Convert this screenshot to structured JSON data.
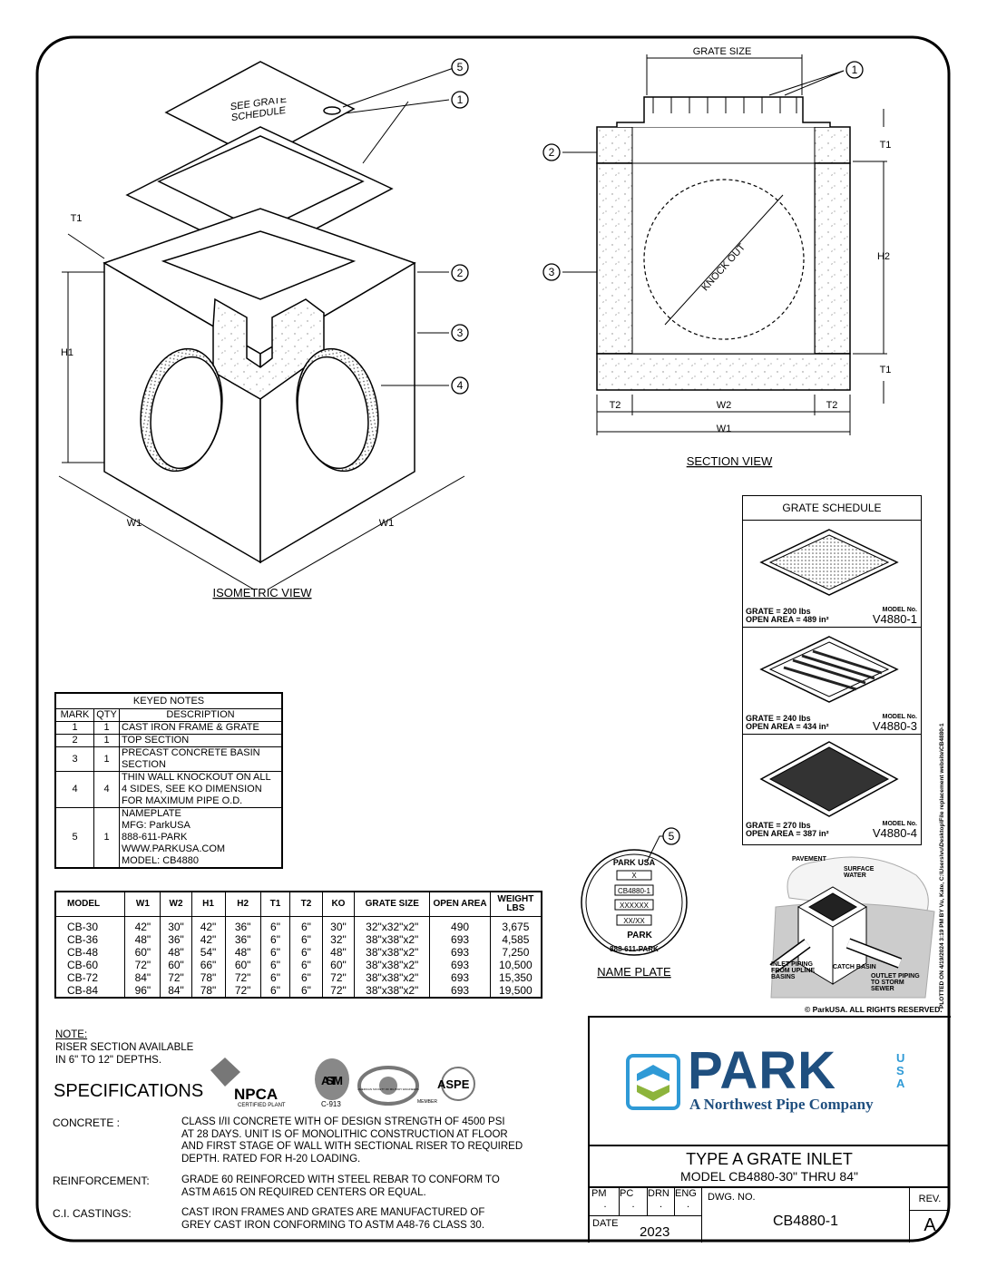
{
  "isometric": {
    "title": "ISOMETRIC VIEW",
    "see_grate": "SEE GRATE SCHEDULE",
    "labels": {
      "t1": "T1",
      "h1": "H1",
      "w1_left": "W1",
      "w1_right": "W1"
    },
    "callouts": [
      "5",
      "1",
      "2",
      "3",
      "4"
    ]
  },
  "section": {
    "title": "SECTION VIEW",
    "grate_size": "GRATE SIZE",
    "knock_out": "KNOCK OUT",
    "labels": {
      "t1_top": "T1",
      "h2": "H2",
      "t1_bottom": "T1",
      "t2_left": "T2",
      "w2": "W2",
      "t2_right": "T2",
      "w1": "W1"
    },
    "callouts": [
      "1",
      "2",
      "3"
    ]
  },
  "grate_schedule": {
    "title": "GRATE SCHEDULE",
    "model_label": "MODEL No.",
    "grates": [
      {
        "weight": "GRATE = 200 lbs",
        "open_area": "OPEN AREA = 489 in²",
        "model": "V4880-1"
      },
      {
        "weight": "GRATE = 240 lbs",
        "open_area": "OPEN AREA = 434 in²",
        "model": "V4880-3"
      },
      {
        "weight": "GRATE = 270 lbs",
        "open_area": "OPEN AREA = 387 in²",
        "model": "V4880-4"
      }
    ]
  },
  "keyed_notes": {
    "title": "KEYED NOTES",
    "headers": [
      "MARK",
      "QTY",
      "DESCRIPTION"
    ],
    "rows": [
      {
        "mark": "1",
        "qty": "1",
        "desc": [
          "CAST IRON FRAME & GRATE"
        ]
      },
      {
        "mark": "2",
        "qty": "1",
        "desc": [
          "TOP SECTION"
        ]
      },
      {
        "mark": "3",
        "qty": "1",
        "desc": [
          "PRECAST CONCRETE BASIN",
          "SECTION"
        ]
      },
      {
        "mark": "4",
        "qty": "4",
        "desc": [
          "THIN WALL KNOCKOUT ON ALL",
          "4 SIDES, SEE KO DIMENSION",
          "FOR MAXIMUM PIPE O.D."
        ]
      },
      {
        "mark": "5",
        "qty": "1",
        "desc": [
          "NAMEPLATE",
          "MFG: ParkUSA",
          "888-611-PARK",
          "WWW.PARKUSA.COM",
          "MODEL: CB4880"
        ]
      }
    ]
  },
  "model_table": {
    "headers": [
      "MODEL",
      "W1",
      "W2",
      "H1",
      "H2",
      "T1",
      "T2",
      "KO",
      "GRATE SIZE",
      "OPEN AREA",
      "WEIGHT LBS"
    ],
    "rows": [
      [
        "CB-30",
        "42\"",
        "30\"",
        "42\"",
        "36\"",
        "6\"",
        "6\"",
        "30\"",
        "32\"x32\"x2\"",
        "490",
        "3,675"
      ],
      [
        "CB-36",
        "48\"",
        "36\"",
        "42\"",
        "36\"",
        "6\"",
        "6\"",
        "32\"",
        "38\"x38\"x2\"",
        "693",
        "4,585"
      ],
      [
        "CB-48",
        "60\"",
        "48\"",
        "54\"",
        "48\"",
        "6\"",
        "6\"",
        "48\"",
        "38\"x38\"x2\"",
        "693",
        "7,250"
      ],
      [
        "CB-60",
        "72\"",
        "60\"",
        "66\"",
        "60\"",
        "6\"",
        "6\"",
        "60\"",
        "38\"x38\"x2\"",
        "693",
        "10,500"
      ],
      [
        "CB-72",
        "84\"",
        "72\"",
        "78\"",
        "72\"",
        "6\"",
        "6\"",
        "72\"",
        "38\"x38\"x2\"",
        "693",
        "15,350"
      ],
      [
        "CB-84",
        "96\"",
        "84\"",
        "78\"",
        "72\"",
        "6\"",
        "6\"",
        "72\"",
        "38\"x38\"x2\"",
        "693",
        "19,500"
      ]
    ]
  },
  "nameplate": {
    "title": "NAME PLATE",
    "callout": "5",
    "top_text": "PARK USA",
    "fields": [
      "X",
      "CB4880-1",
      "XXXXXX",
      "XX/XX"
    ],
    "logo": "PARK",
    "bottom_text": "888-611-PARK"
  },
  "diagram": {
    "pavement": "PAVEMENT",
    "surface_water": "SURFACE WATER",
    "inlet": "INLET PIPING FROM UPLINE BASINS",
    "catch_basin": "CATCH BASIN",
    "outlet": "OUTLET PIPING TO STORM SEWER",
    "copyright": "© ParkUSA. ALL RIGHTS RESERVED."
  },
  "plot_stamp": "PLOTTED ON 4/19/2024 3:19 PM BY Vu, Kate, C:\\Users\\vu\\Desktop\\File replacement website\\CB4880-1",
  "note": {
    "heading": "NOTE:",
    "text": [
      "RISER SECTION AVAILABLE",
      "IN 6\" TO 12\" DEPTHS."
    ]
  },
  "certifications": {
    "npca": "NPCA",
    "npca_sub": "CERTIFIED PLANT",
    "astm": "ASTM",
    "astm_sub": "C-913",
    "society": "AMERICAN SOCIETY OF MILITARY ENGINEERS",
    "ascpa_member": "MEMBER",
    "ascpa": "ASPE"
  },
  "specifications": {
    "title": "SPECIFICATIONS",
    "items": [
      {
        "label": "CONCRETE :",
        "lines": [
          "CLASS I/II CONCRETE WITH OF DESIGN STRENGTH OF 4500 PSI",
          "AT 28 DAYS.  UNIT IS OF MONOLITHIC CONSTRUCTION AT FLOOR",
          "AND FIRST STAGE OF WALL WITH SECTIONAL RISER TO REQUIRED",
          "DEPTH.  RATED FOR H-20 LOADING."
        ]
      },
      {
        "label": "REINFORCEMENT:",
        "lines": [
          "GRADE 60 REINFORCED WITH STEEL REBAR TO CONFORM TO",
          "ASTM A615 ON REQUIRED CENTERS OR EQUAL."
        ]
      },
      {
        "label": "C.I. CASTINGS:",
        "lines": [
          "CAST IRON FRAMES AND GRATES ARE MANUFACTURED  OF",
          "GREY CAST IRON CONFORMING TO ASTM A48-76 CLASS 30."
        ]
      }
    ]
  },
  "title_block": {
    "logo_main": "PARK",
    "logo_usa": "USA",
    "logo_sub": "A Northwest Pipe Company",
    "title": "TYPE A GRATE INLET",
    "subtitle": "MODEL CB4880-30\" THRU 84\"",
    "pm": "PM",
    "pc": "PC",
    "drn": "DRN",
    "eng": "ENG",
    "dot": ".",
    "date_label": "DATE",
    "date": "2023",
    "dwg_label": "DWG. NO.",
    "dwg_no": "CB4880-1",
    "rev_label": "REV.",
    "rev": "A"
  },
  "colors": {
    "logo_dark": "#1f4f7f",
    "logo_light": "#2f9ad6",
    "logo_green": "#8db43c"
  }
}
